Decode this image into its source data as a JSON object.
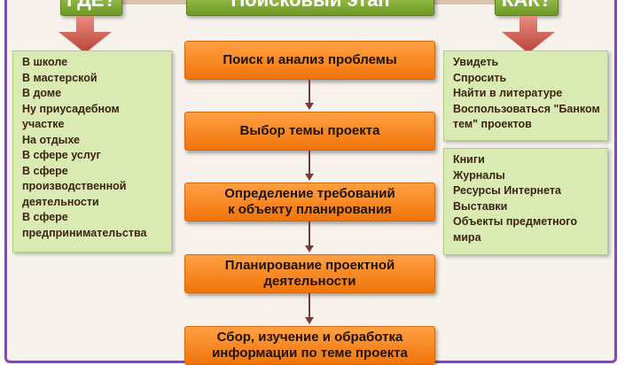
{
  "header": {
    "left": "ГДЕ?",
    "center": "Поисковый этап",
    "right": "КАК?"
  },
  "where_list": [
    "В школе",
    "В мастерской",
    "В доме",
    "Ну приусадебном участке",
    "На отдыхе",
    "В сфере услуг",
    "В сфере производственной деятельности",
    "В сфере предпринимательства"
  ],
  "how_list": [
    "Увидеть",
    "Спросить",
    "Найти в литературе",
    "Воспользоваться \"Банком тем\" проектов"
  ],
  "sources_list": [
    "Книги",
    "Журналы",
    "Ресурсы Интернета",
    "Выставки",
    "Объекты предметного мира"
  ],
  "steps": [
    "Поиск и анализ проблемы",
    "Выбор темы проекта",
    "Определение требований\nк объекту планирования",
    "Планирование проектной\nдеятельности",
    "Сбор, изучение и обработка\nинформации по теме проекта"
  ],
  "colors": {
    "frame": "#8a3fd0",
    "header_green": "#7ea832",
    "panel_green": "#d9ebb2",
    "step_orange": "#f7871c",
    "arrow_red": "#c95448"
  }
}
